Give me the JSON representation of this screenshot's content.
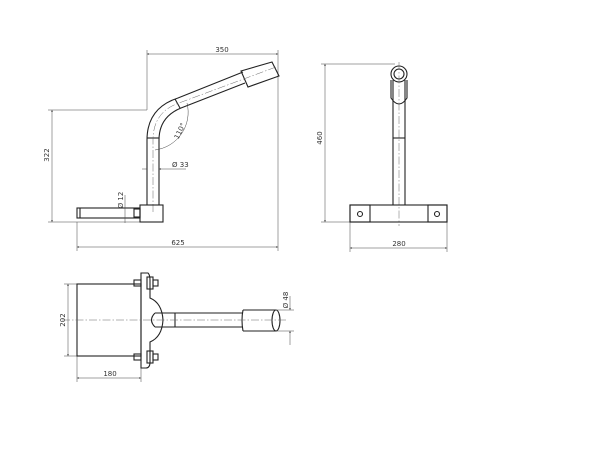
{
  "drawing": {
    "side_view": {
      "dimensions": {
        "width_top": "350",
        "height": "322",
        "total_width": "625",
        "tube_diameter": "Ø 33",
        "bolt_diameter": "Ø 12",
        "bend_angle": "110°"
      }
    },
    "front_view": {
      "dimensions": {
        "height": "460",
        "base_width": "280"
      }
    },
    "top_view": {
      "dimensions": {
        "box_height": "202",
        "box_width": "180",
        "grip_diameter": "Ø 48"
      }
    },
    "colors": {
      "line": "#222222",
      "background": "#ffffff"
    }
  }
}
